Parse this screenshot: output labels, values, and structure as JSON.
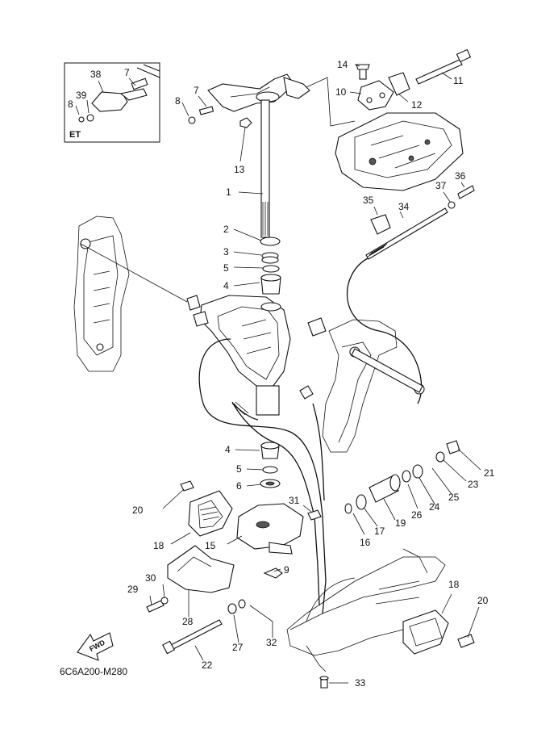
{
  "diagram": {
    "reference_code": "6C6A200-M280",
    "direction_label": "FWD",
    "inset_label": "ET",
    "callouts": {
      "c1": "1",
      "c2": "2",
      "c3": "3",
      "c4a": "4",
      "c4b": "4",
      "c5a": "5",
      "c5b": "5",
      "c6": "6",
      "c7a": "7",
      "c7b": "7",
      "c8a": "8",
      "c8b": "8",
      "c9": "9",
      "c10": "10",
      "c11": "11",
      "c12": "12",
      "c13": "13",
      "c14": "14",
      "c15": "15",
      "c16": "16",
      "c17": "17",
      "c18a": "18",
      "c18b": "18",
      "c19": "19",
      "c20a": "20",
      "c20b": "20",
      "c21": "21",
      "c22": "22",
      "c23": "23",
      "c24": "24",
      "c25": "25",
      "c26": "26",
      "c27": "27",
      "c28": "28",
      "c29": "29",
      "c30": "30",
      "c31": "31",
      "c32": "32",
      "c33": "33",
      "c34": "34",
      "c35": "35",
      "c36": "36",
      "c37": "37",
      "c38": "38",
      "c39": "39"
    }
  }
}
